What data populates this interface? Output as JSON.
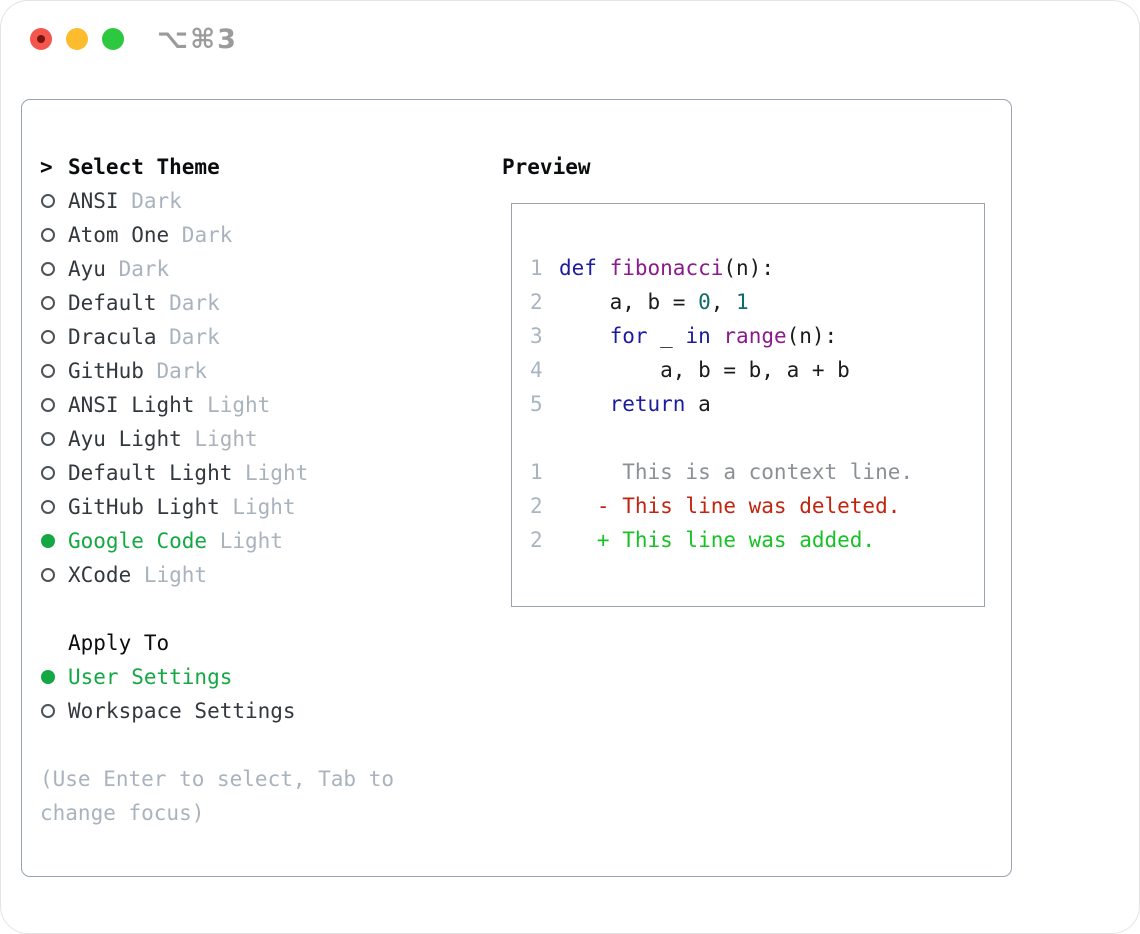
{
  "window": {
    "shortcut_label": "⌥⌘3",
    "traffic_lights": {
      "close": "#f4564e",
      "minimize": "#fcbc2e",
      "zoom": "#2cc840"
    }
  },
  "theme_picker": {
    "prompt": ">",
    "title": "Select Theme",
    "items": [
      {
        "name": "ANSI",
        "variant": "Dark",
        "selected": false
      },
      {
        "name": "Atom One",
        "variant": "Dark",
        "selected": false
      },
      {
        "name": "Ayu",
        "variant": "Dark",
        "selected": false
      },
      {
        "name": "Default",
        "variant": "Dark",
        "selected": false
      },
      {
        "name": "Dracula",
        "variant": "Dark",
        "selected": false
      },
      {
        "name": "GitHub",
        "variant": "Dark",
        "selected": false
      },
      {
        "name": "ANSI Light",
        "variant": "Light",
        "selected": false
      },
      {
        "name": "Ayu Light",
        "variant": "Light",
        "selected": false
      },
      {
        "name": "Default Light",
        "variant": "Light",
        "selected": false
      },
      {
        "name": "GitHub Light",
        "variant": "Light",
        "selected": false
      },
      {
        "name": "Google Code",
        "variant": "Light",
        "selected": true
      },
      {
        "name": "XCode",
        "variant": "Light",
        "selected": false
      }
    ]
  },
  "apply_to": {
    "title": "Apply To",
    "options": [
      {
        "label": "User Settings",
        "selected": true
      },
      {
        "label": "Workspace Settings",
        "selected": false
      }
    ]
  },
  "help": {
    "lines": [
      "(Use Enter to select, Tab to",
      "change focus)"
    ]
  },
  "preview": {
    "title": "Preview",
    "code_lines": [
      {
        "num": "1",
        "segments": [
          [
            "def",
            "kw"
          ],
          [
            " ",
            "pln"
          ],
          [
            "fibonacci",
            "fn"
          ],
          [
            "(n):",
            "pln"
          ]
        ]
      },
      {
        "num": "2",
        "segments": [
          [
            "    a, b = ",
            "pln"
          ],
          [
            "0",
            "lit"
          ],
          [
            ", ",
            "pln"
          ],
          [
            "1",
            "lit"
          ]
        ]
      },
      {
        "num": "3",
        "segments": [
          [
            "    ",
            "pln"
          ],
          [
            "for",
            "kw"
          ],
          [
            " _ ",
            "pln"
          ],
          [
            "in",
            "kw"
          ],
          [
            " ",
            "pln"
          ],
          [
            "range",
            "fn"
          ],
          [
            "(n):",
            "pln"
          ]
        ]
      },
      {
        "num": "4",
        "segments": [
          [
            "        a, b = b, a + b",
            "pln"
          ]
        ]
      },
      {
        "num": "5",
        "segments": [
          [
            "    ",
            "pln"
          ],
          [
            "return",
            "kw"
          ],
          [
            " a",
            "pln"
          ]
        ]
      },
      {
        "num": "",
        "segments": []
      },
      {
        "num": "1",
        "segments": [
          [
            "     This is a context line.",
            "ctx"
          ]
        ]
      },
      {
        "num": "2",
        "segments": [
          [
            "   - This line was deleted.",
            "del"
          ]
        ]
      },
      {
        "num": "2",
        "segments": [
          [
            "   + This line was added.",
            "add"
          ]
        ]
      }
    ]
  },
  "colors": {
    "kw": "#1c1c9e",
    "fn": "#8c1a8c",
    "lit": "#0f6b6b",
    "pln": "#191b1d",
    "ctx": "#8a9096",
    "del": "#c2250f",
    "add": "#17c224",
    "selected_green": "#14a843",
    "item_text": "#33383e",
    "muted": "#a9b3bd",
    "line_number": "#a8b4c0",
    "border": "#9aa3ad"
  }
}
